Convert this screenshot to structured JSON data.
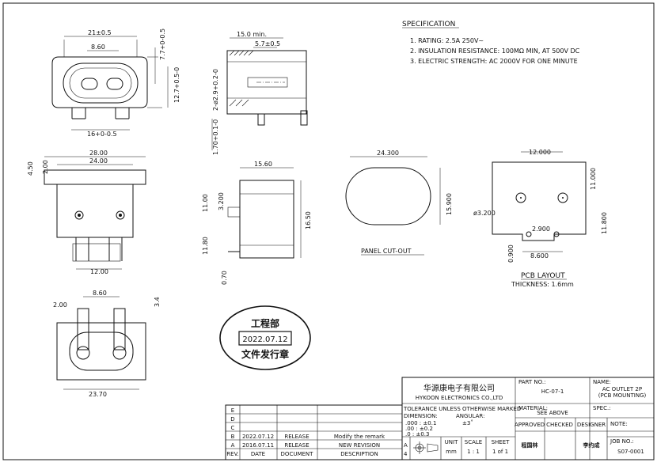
{
  "spec": {
    "title": "SPECIFICATION",
    "lines": [
      "1. RATING: 2.5A 250V~",
      "2. INSULATION RESISTANCE: 100MΩ MIN, AT 500V DC",
      "3. ELECTRIC STRENGTH: AC 2000V FOR ONE MINUTE"
    ]
  },
  "dims": {
    "front_21": "21±0.5",
    "front_860": "8.60",
    "front_77": "7.7+0-0.5",
    "front_127": "12.7+0.5-0",
    "front_16": "16+0-0.5",
    "side_150": "15.0 min.",
    "side_57": "5.7±0.5",
    "side_29": "2-ø2.9+0.2-0",
    "side_17": "1.70+0.1-0",
    "mid_2800": "28.00",
    "mid_2400": "24.00",
    "mid_450": "4.50",
    "mid_200": "2.00",
    "mid_1200": "12.00",
    "side2_1560": "15.60",
    "side2_1100": "11.00",
    "side2_3200": "3.200",
    "side2_1650": "16.50",
    "side2_1180": "11.80",
    "side2_070": "0.70",
    "panel_24300": "24.300",
    "panel_15900": "15.900",
    "pcb_12000": "12.000",
    "pcb_11000": "11.000",
    "pcb_3200": "ø3.200",
    "pcb_11800": "11.800",
    "pcb_2900": "2.900",
    "pcb_0900": "0.900",
    "pcb_8600": "8.600",
    "bot_860": "8.60",
    "bot_200": "2.00",
    "bot_34": "3.4",
    "bot_2370": "23.70"
  },
  "labels": {
    "panel_cutout": "PANEL CUT-OUT",
    "pcb_layout": "PCB LAYOUT",
    "thickness": "THICKNESS: 1.6mm"
  },
  "stamp": {
    "top": "工程部",
    "date": "2022.07.12",
    "bottom": "文件发行章"
  },
  "title_block": {
    "company_cn": "华源康电子有限公司",
    "company_en": "HYKOON ELECTRONICS CO.,LTD",
    "part_no_label": "PART NO.:",
    "part_no": "HC-07-1",
    "name_label": "NAME:",
    "name_line1": "AC OUTLET 2P",
    "name_line2": "(PCB MOUNTING)",
    "material_label": "MATERIAL:",
    "material": "SEE ABOVE",
    "spec_label": "SPEC.:",
    "tolerance_line1": "TOLERANCE UNLESS OTHERWISE MARKED",
    "dimension_label": "DIMENSION:",
    "angular_label": "ANGULAR:",
    "angular_value": "±3˚",
    "tol_000": ".000  :  ±0.1",
    "tol_00": ".00    :  ±0.2",
    "tol_0": ".0      :  ±0.3",
    "approved": "APPROVED",
    "checked": "CHECKED",
    "designer": "DESIGNER",
    "note": "NOTE:",
    "unit_label": "UNIT",
    "unit": "mm",
    "scale_label": "SCALE",
    "scale": "1 : 1",
    "sheet_label": "SHEET",
    "sheet": "1 of 1",
    "job_label": "JOB NO.:",
    "job_no": "S07-0001",
    "sig_approved": "程国林",
    "sig_designer": "李约成",
    "proj_a": "A",
    "proj_4": "4"
  },
  "revisions": {
    "rows": [
      {
        "rev": "E",
        "date": "",
        "document": "",
        "description": ""
      },
      {
        "rev": "D",
        "date": "",
        "document": "",
        "description": ""
      },
      {
        "rev": "C",
        "date": "",
        "document": "",
        "description": ""
      },
      {
        "rev": "B",
        "date": "2022.07.12",
        "document": "RELEASE",
        "description": "Modify  the  remark"
      },
      {
        "rev": "A",
        "date": "2016.07.11",
        "document": "RELEASE",
        "description": "NEW REVISION"
      }
    ],
    "headers": {
      "rev": "REV.",
      "date": "DATE",
      "document": "DOCUMENT",
      "description": "DESCRIPTION"
    }
  }
}
